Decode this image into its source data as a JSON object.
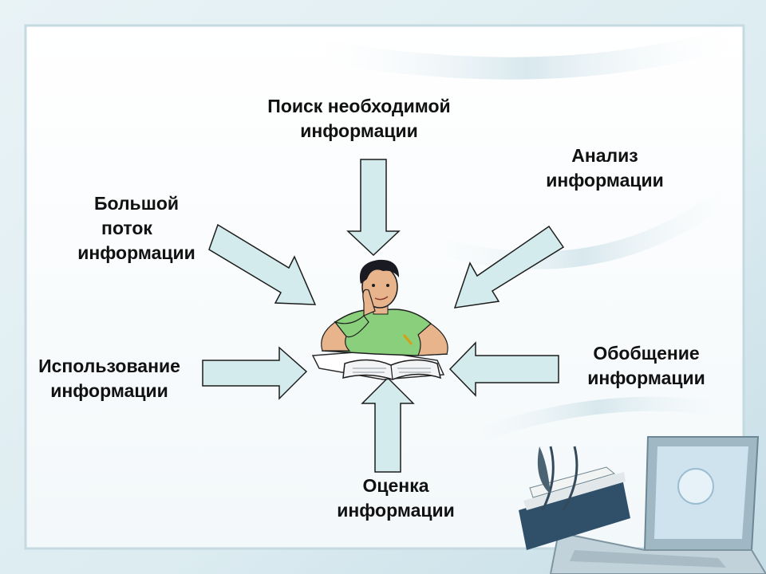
{
  "diagram": {
    "center": {
      "icon": "student-reading-book-icon"
    },
    "labels": {
      "search": {
        "lines": [
          "Поиск необходимой",
          "информации"
        ]
      },
      "analysis": {
        "lines": [
          "Анализ",
          "информации"
        ]
      },
      "flow": {
        "lines": [
          "Большой",
          "поток",
          "информации"
        ]
      },
      "usage": {
        "lines": [
          "Использование",
          "информации"
        ]
      },
      "summary": {
        "lines": [
          "Обобщение",
          "информации"
        ]
      },
      "evaluation": {
        "lines": [
          "Оценка",
          "информации"
        ]
      }
    },
    "colors": {
      "arrow_fill": "#d3ebec",
      "arrow_stroke": "#1c1c1c",
      "shirt": "#8ad07c",
      "hair": "#1a1a22",
      "skin": "#e7b48c"
    }
  }
}
